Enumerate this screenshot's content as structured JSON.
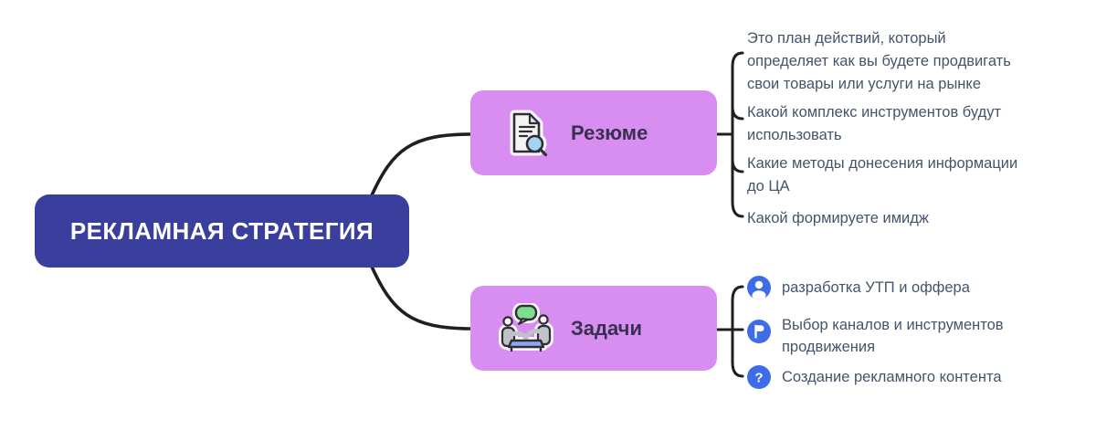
{
  "root": {
    "label": "РЕКЛАМНАЯ СТРАТЕГИЯ"
  },
  "branches": [
    {
      "label": "Резюме",
      "icon": "document-search-icon",
      "children": [
        {
          "text": "Это план действий, который\nопределяет как вы будете продвигать\nсвои товары или услуги на рынке"
        },
        {
          "text": "Какой комплекс инструментов будут\nиспользовать"
        },
        {
          "text": "Какие методы донесения информации\nдо ЦА"
        },
        {
          "text": "Какой формируете имидж"
        }
      ]
    },
    {
      "label": "Задачи",
      "icon": "people-discussion-icon",
      "children": [
        {
          "icon": "user-circle-icon",
          "text": "разработка УТП и оффера"
        },
        {
          "icon": "flag-circle-icon",
          "text": "Выбор каналов и инструментов\nпродвижения"
        },
        {
          "icon": "question-circle-icon",
          "text": "Создание рекламного контента"
        }
      ]
    }
  ],
  "colors": {
    "root-bg": "#3a3f9e",
    "root-label": "#ffffff",
    "branch-bg": "#d88ef0",
    "branch-label": "#39304f",
    "leaf-text": "#44546a",
    "connector": "#1f1f1f",
    "icon-blue": "#3e6ce6",
    "bubble-green": "#7fdd92",
    "table-blue": "#8ea6f2",
    "magnifier-blue": "#a6d3f4",
    "paper-fill": "#f4f4f5",
    "figure-gray": "#bfc2c9",
    "icon-outline": "#2e2e33"
  }
}
